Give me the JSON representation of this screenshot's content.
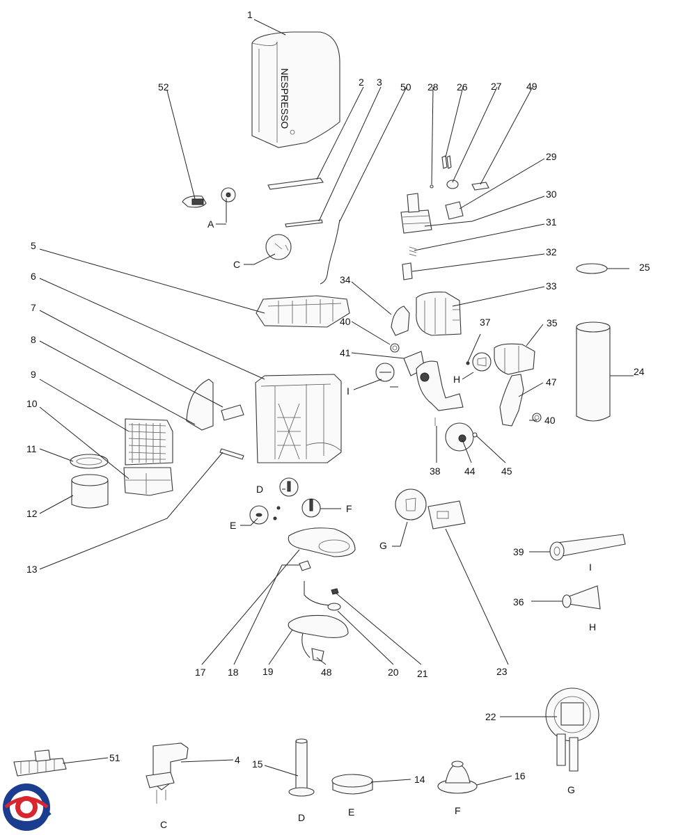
{
  "diagram": {
    "brand_text": "NESPRESSO",
    "labels": {
      "l1": "1",
      "l2": "2",
      "l3": "3",
      "l4": "4",
      "l5": "5",
      "l6": "6",
      "l7": "7",
      "l8": "8",
      "l9": "9",
      "l10": "10",
      "l11": "11",
      "l12": "12",
      "l13": "13",
      "l14": "14",
      "l15": "15",
      "l16": "16",
      "l17": "17",
      "l18": "18",
      "l19": "19",
      "l20": "20",
      "l21": "21",
      "l22": "22",
      "l23": "23",
      "l24": "24",
      "l25": "25",
      "l26": "26",
      "l27": "27",
      "l28": "28",
      "l29": "29",
      "l30": "30",
      "l31": "31",
      "l32": "32",
      "l33": "33",
      "l34": "34",
      "l35": "35",
      "l36": "36",
      "l37": "37",
      "l38": "38",
      "l39": "39",
      "l40a": "40",
      "l40b": "40",
      "l41": "41",
      "l44": "44",
      "l45": "45",
      "l47": "47",
      "l48": "48",
      "l49": "49",
      "l50": "50",
      "l51": "51",
      "l52": "52",
      "lA": "A",
      "lC1": "C",
      "lD1": "D",
      "lE1": "E",
      "lF1": "F",
      "lG1": "G",
      "lH1": "H",
      "lI1": "I",
      "lI2": "I",
      "lH2": "H",
      "lG2": "G",
      "lC2": "C",
      "lD2": "D",
      "lE2": "E",
      "lF2": "F"
    }
  }
}
